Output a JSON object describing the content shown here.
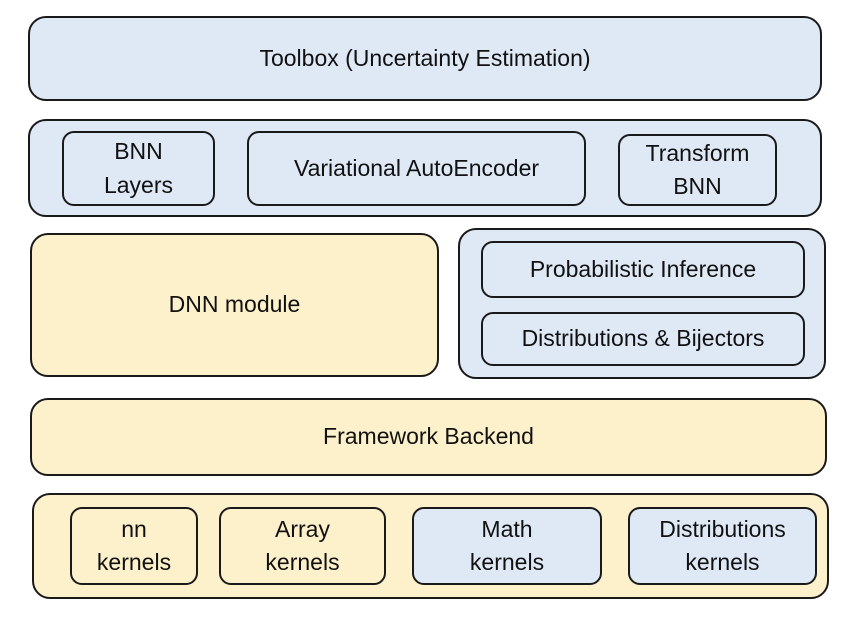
{
  "toolbox": {
    "label": "Toolbox (Uncertainty Estimation)"
  },
  "models_layer": {
    "bnn_layers": "BNN\nLayers",
    "vae": "Variational AutoEncoder",
    "transform_bnn": "Transform\nBNN"
  },
  "dnn_module": {
    "label": "DNN module"
  },
  "probability_layer": {
    "inference": "Probabilistic Inference",
    "distributions": "Distributions & Bijectors"
  },
  "backend": {
    "label": "Framework Backend"
  },
  "kernels": {
    "nn": "nn\nkernels",
    "array": "Array\nkernels",
    "math": "Math\nkernels",
    "distributions": "Distributions\nkernels"
  },
  "colors": {
    "blue_fill": "#dfe9f6",
    "yellow_fill": "#fdf1cc",
    "border": "#1a1a1a"
  }
}
